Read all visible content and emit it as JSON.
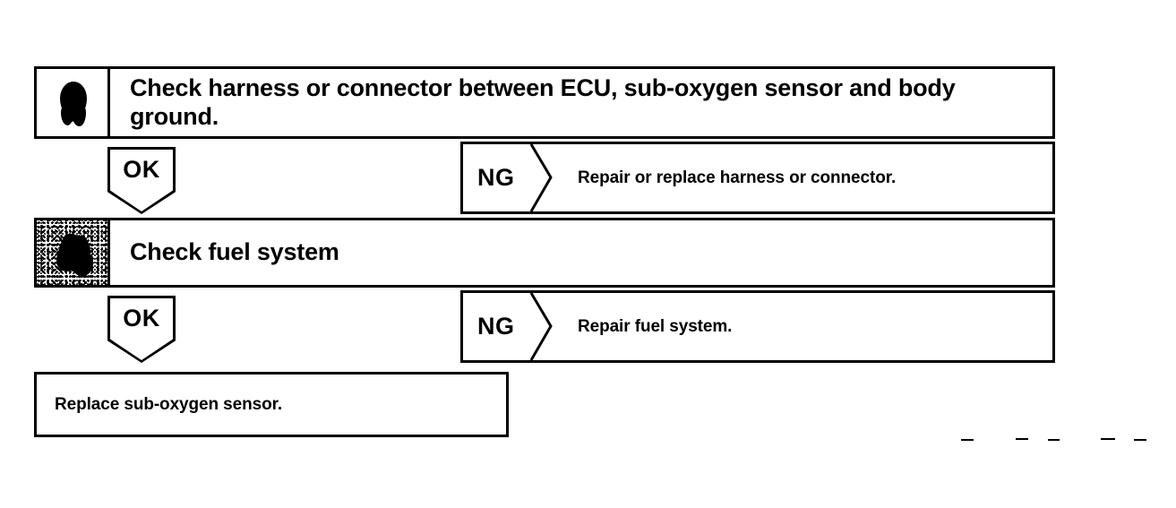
{
  "diagram": {
    "type": "troubleshooting-flowchart",
    "background_color": "#ffffff",
    "line_color": "#000000",
    "steps": [
      {
        "id": "step-1",
        "marker": "black-blob-icon",
        "label": "Check harness or connector between ECU, sub-oxygen sensor and body ground.",
        "branch": {
          "ok_label": "OK",
          "ng_label": "NG",
          "ng_message": "Repair or replace harness or connector."
        }
      },
      {
        "id": "step-2",
        "marker": "black-blob-icon-noisy",
        "label": "Check fuel system",
        "branch": {
          "ok_label": "OK",
          "ng_label": "NG",
          "ng_message": "Repair fuel system."
        }
      }
    ],
    "result": {
      "id": "result-1",
      "text": "Replace sub-oxygen sensor."
    },
    "page_marks": {
      "count": 5,
      "symbol": "-"
    }
  }
}
